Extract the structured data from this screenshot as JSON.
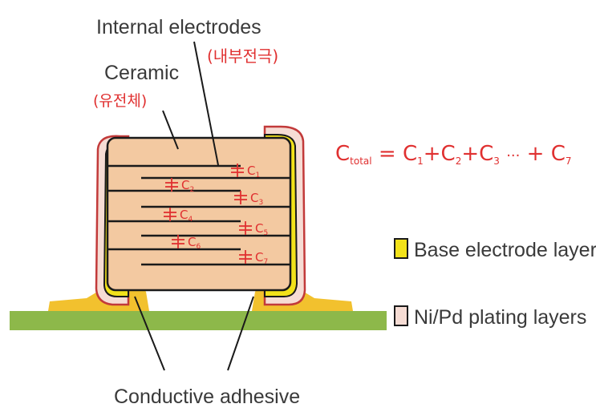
{
  "labels": {
    "internal_electrodes": "Internal electrodes",
    "internal_electrodes_note": "(내부전극)",
    "ceramic": "Ceramic",
    "ceramic_note": "(유전체)",
    "conductive_adhesive": "Conductive adhesive"
  },
  "legend": [
    {
      "label": "Base electrode layers",
      "swatch_fill": "#f2e21a",
      "swatch_stroke": "#1a1a1a"
    },
    {
      "label": "Ni/Pd plating layers",
      "swatch_fill": "#f6dcd4",
      "swatch_stroke": "#1a1a1a"
    }
  ],
  "capacitors": [
    {
      "base": "C",
      "sub": "1"
    },
    {
      "base": "C",
      "sub": "2"
    },
    {
      "base": "C",
      "sub": "3"
    },
    {
      "base": "C",
      "sub": "4"
    },
    {
      "base": "C",
      "sub": "5"
    },
    {
      "base": "C",
      "sub": "6"
    },
    {
      "base": "C",
      "sub": "7"
    }
  ],
  "formula": {
    "lhs_base": "C",
    "lhs_sub": "total",
    "rhs": [
      {
        "base": "C",
        "sub": "1"
      },
      {
        "base": "C",
        "sub": "2"
      },
      {
        "base": "C",
        "sub": "3"
      },
      {
        "base": "C",
        "sub": "7"
      }
    ],
    "ellipsis": "···"
  },
  "colors": {
    "ceramic": "#f3c9a1",
    "base_electrode": "#f2e21a",
    "plating": "#f6dcd4",
    "board": "#8db84a",
    "solder": "#f2c12e",
    "annotation": "#e03030"
  }
}
